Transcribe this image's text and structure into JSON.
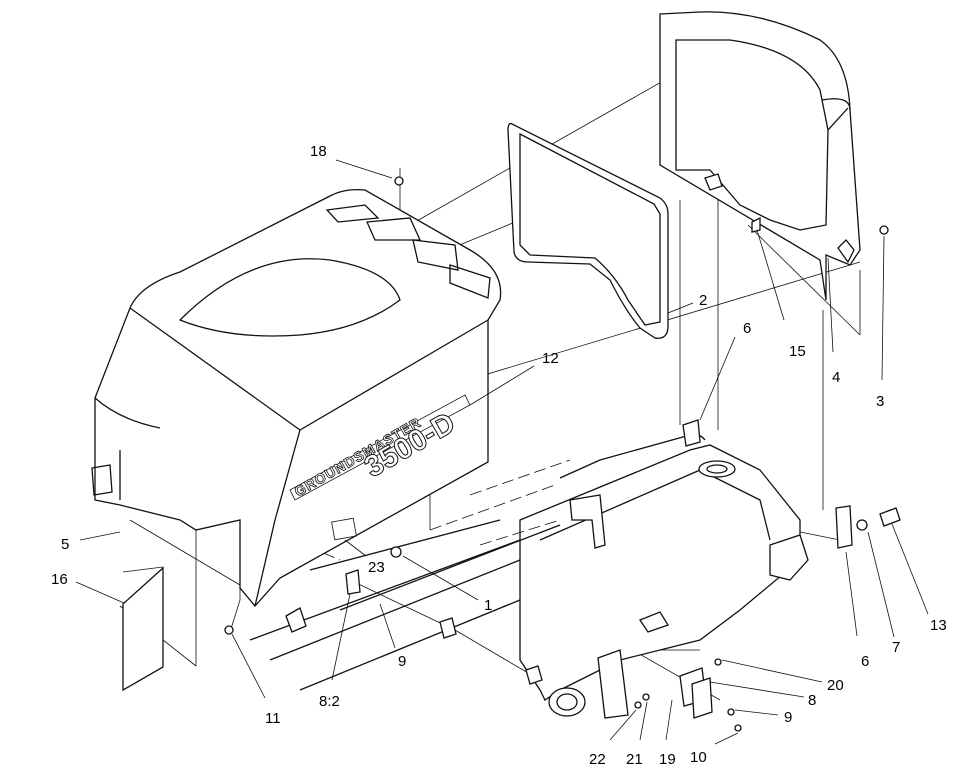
{
  "decal_text": {
    "line1": "GROUNDSMASTER",
    "line2": "3500-D"
  },
  "callouts": [
    {
      "id": "c-18",
      "label": "18"
    },
    {
      "id": "c-2",
      "label": "2"
    },
    {
      "id": "c-6a",
      "label": "6"
    },
    {
      "id": "c-15",
      "label": "15"
    },
    {
      "id": "c-4",
      "label": "4"
    },
    {
      "id": "c-3",
      "label": "3"
    },
    {
      "id": "c-12",
      "label": "12"
    },
    {
      "id": "c-5",
      "label": "5"
    },
    {
      "id": "c-16",
      "label": "16"
    },
    {
      "id": "c-23",
      "label": "23"
    },
    {
      "id": "c-1",
      "label": "1"
    },
    {
      "id": "c-11",
      "label": "11"
    },
    {
      "id": "c-8-2",
      "label": "8:2"
    },
    {
      "id": "c-9a",
      "label": "9"
    },
    {
      "id": "c-6b",
      "label": "6"
    },
    {
      "id": "c-7",
      "label": "7"
    },
    {
      "id": "c-13",
      "label": "13"
    },
    {
      "id": "c-20",
      "label": "20"
    },
    {
      "id": "c-8",
      "label": "8"
    },
    {
      "id": "c-9b",
      "label": "9"
    },
    {
      "id": "c-22",
      "label": "22"
    },
    {
      "id": "c-21",
      "label": "21"
    },
    {
      "id": "c-19",
      "label": "19"
    },
    {
      "id": "c-10",
      "label": "10"
    }
  ]
}
